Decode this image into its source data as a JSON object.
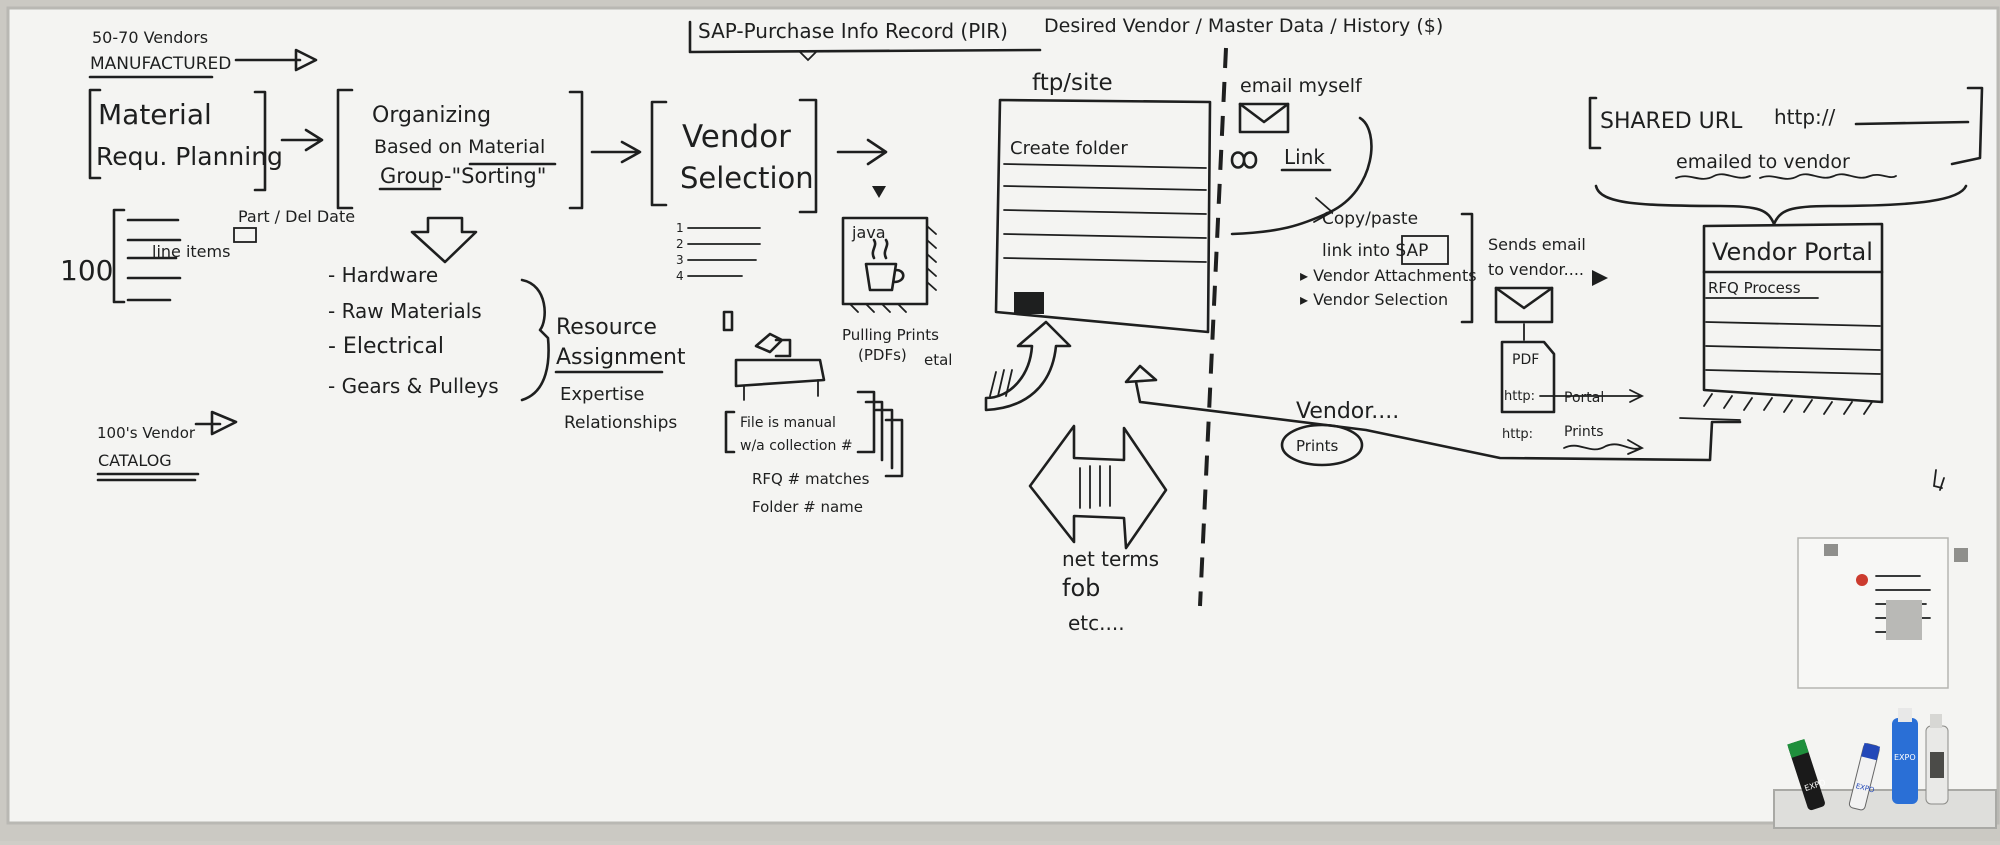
{
  "colors": {
    "ink": "#1e1f1f",
    "board": "#f3f3f1",
    "frame": "#cfcdc7"
  },
  "top": {
    "vendors_count": "50-70 Vendors",
    "manufactured": "MANUFACTURED",
    "sap_pir": "SAP-Purchase Info Record (PIR)",
    "right_of_pir": "Desired Vendor / Master Data / History ($)"
  },
  "flow": {
    "mrp_line1": "Material",
    "mrp_line2": "Requ. Planning",
    "org_line1": "Organizing",
    "org_line2": "Based on Material",
    "org_line3": "Group-\"Sorting\"",
    "vendor_sel_line1": "Vendor",
    "vendor_sel_line2": "Selection"
  },
  "left": {
    "count_100": "100",
    "line_items": "line items",
    "part_del_date": "Part / Del Date",
    "vendors_catalog_line1": "100's Vendor",
    "vendors_catalog_line2": "CATALOG"
  },
  "materials": {
    "items": [
      "- Hardware",
      "- Raw Materials",
      "- Electrical",
      "- Gears & Pulleys"
    ],
    "resource_line1": "Resource",
    "resource_line2": "Assignment",
    "expertise": "Expertise",
    "relationships": "Relationships"
  },
  "selection": {
    "numbers": [
      "1",
      "2",
      "3",
      "4"
    ],
    "java": "java",
    "pulling_prints_line1": "Pulling Prints",
    "pulling_prints_line2": "(PDFs)",
    "etal": "etal",
    "file_manual_line1": "File is manual",
    "file_manual_line2": "w/a collection #",
    "rfq_line1": "RFQ # matches",
    "rfq_line2": "Folder # name"
  },
  "ftp": {
    "title": "ftp/site",
    "create_folder": "Create folder",
    "net_terms": "net terms",
    "fob": "fob",
    "etc": "etc...."
  },
  "email": {
    "email_myself": "email myself",
    "link": "Link",
    "copy_paste_line1": "Copy/paste",
    "copy_paste_line2": "link into SAP",
    "bullets": [
      "▸ Vendor Attachments",
      "▸ Vendor Selection"
    ],
    "sends_email_line1": "Sends email",
    "sends_email_line2": "to vendor....",
    "pdf": "PDF",
    "http1": "http:",
    "portal": "Portal",
    "http2": "http:",
    "prints": "Prints",
    "vendor": "Vendor....",
    "prints_oval": "Prints"
  },
  "portal": {
    "shared_url": "SHARED URL",
    "http_slashes": "http://",
    "emailed_to_vendor": "emailed to vendor",
    "vendor_portal": "Vendor Portal",
    "rfq_process": "RFQ Process"
  },
  "markers": {
    "marker_green": "EXPO",
    "marker_blue": "EXPO",
    "spray": "EXPO"
  }
}
